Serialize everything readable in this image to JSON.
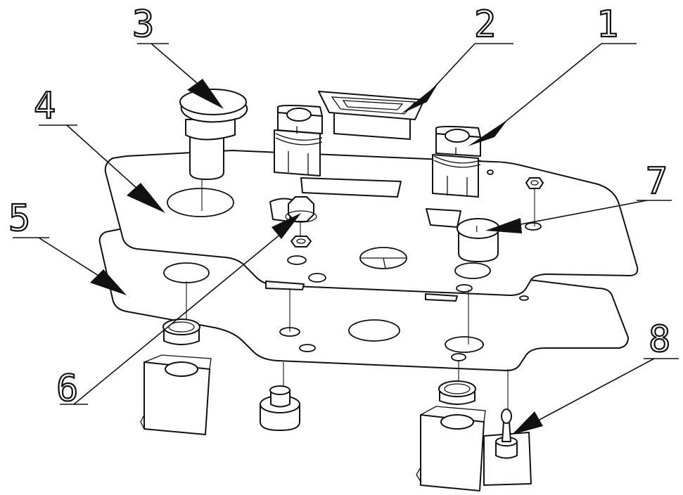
{
  "callouts": [
    {
      "id": "1",
      "label": "1"
    },
    {
      "id": "2",
      "label": "2"
    },
    {
      "id": "3",
      "label": "3"
    },
    {
      "id": "4",
      "label": "4"
    },
    {
      "id": "5",
      "label": "5"
    },
    {
      "id": "6",
      "label": "6"
    },
    {
      "id": "7",
      "label": "7"
    },
    {
      "id": "8",
      "label": "8"
    }
  ],
  "part_markings": {
    "switch_left": "I",
    "switch_right": "I",
    "indicator": "I"
  },
  "colors": {
    "line": "#111111",
    "background": "#ffffff"
  }
}
